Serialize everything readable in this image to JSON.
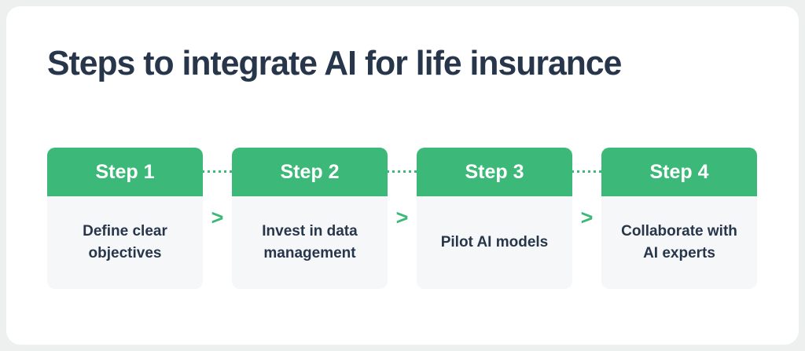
{
  "title": "Steps to integrate AI for life insurance",
  "colors": {
    "green": "#3cb878",
    "navy": "#27364b",
    "card_body_bg": "#f6f7f8",
    "panel_bg": "#ffffff",
    "outer_bg": "#eef0f0",
    "step_label_text": "#ffffff"
  },
  "steps": [
    {
      "label": "Step 1",
      "description": "Define clear objectives"
    },
    {
      "label": "Step 2",
      "description": "Invest in data management"
    },
    {
      "label": "Step 3",
      "description": "Pilot AI models"
    },
    {
      "label": "Step 4",
      "description": "Collaborate with AI experts"
    }
  ],
  "connector": {
    "chevron_glyph": ">"
  }
}
